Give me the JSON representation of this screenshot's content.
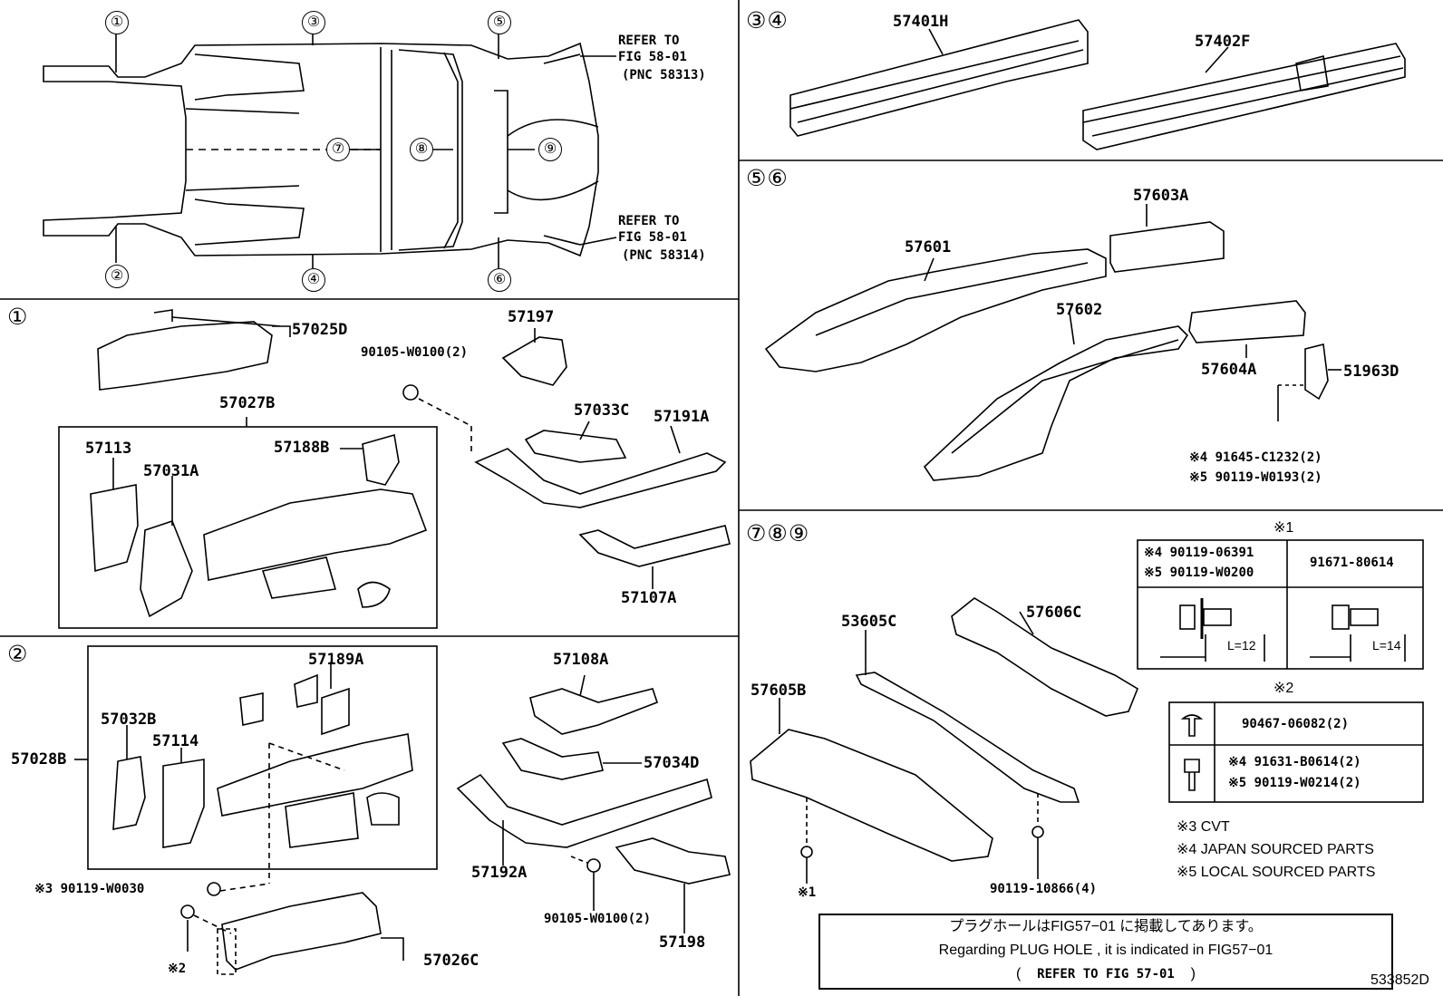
{
  "overview": {
    "callouts": [
      "①",
      "②",
      "③",
      "④",
      "⑤",
      "⑥",
      "⑦",
      "⑧",
      "⑨"
    ],
    "refer_top": [
      "REFER TO",
      "FIG 58-01",
      "(PNC 58313)"
    ],
    "refer_bottom": [
      "REFER TO",
      "FIG 58-01",
      "(PNC 58314)"
    ]
  },
  "section_34": {
    "header": "③④",
    "parts": [
      "57401H",
      "57402F"
    ]
  },
  "section_56": {
    "header": "⑤⑥",
    "parts": [
      "57603A",
      "57601",
      "57602",
      "57604A",
      "51963D"
    ],
    "fasteners": [
      "※4 91645-C1232(2)",
      "※5 90119-W0193(2)"
    ]
  },
  "section_1": {
    "header": "①",
    "parts": [
      "57025D",
      "57197",
      "90105-W0100(2)",
      "57027B",
      "57113",
      "57188B",
      "57031A",
      "57033C",
      "57191A",
      "57107A"
    ]
  },
  "section_2": {
    "header": "②",
    "parts": [
      "57189A",
      "57108A",
      "57032B",
      "57114",
      "57028B",
      "57034D",
      "57192A",
      "90105-W0100(2)",
      "57198",
      "※3 90119-W0030",
      "57026C",
      "※2"
    ]
  },
  "section_789": {
    "header": "⑦⑧⑨",
    "parts": [
      "53605C",
      "57606C",
      "57605B",
      "90119-10866(4)",
      "※1"
    ],
    "table1": {
      "title": "※1",
      "left_rows": [
        "※4 90119-06391",
        "※5 90119-W0200"
      ],
      "right": "91671-80614",
      "dim_left": "L=12",
      "dim_right": "L=14"
    },
    "table2": {
      "title": "※2",
      "row1": "90467-06082(2)",
      "row2": [
        "※4 91631-B0614(2)",
        "※5 90119-W0214(2)"
      ]
    },
    "legend": [
      "※3 CVT",
      "※4 JAPAN SOURCED PARTS",
      "※5 LOCAL SOURCED PARTS"
    ]
  },
  "note": {
    "jp": "プラグホールはFIG57−01 に掲載してあります。",
    "en": "Regarding PLUG HOLE , it is indicated in FIG57−01",
    "ref": "REFER TO FIG 57-01",
    "paren_open": "(",
    "paren_close": ")"
  },
  "figure_id": "533852D"
}
